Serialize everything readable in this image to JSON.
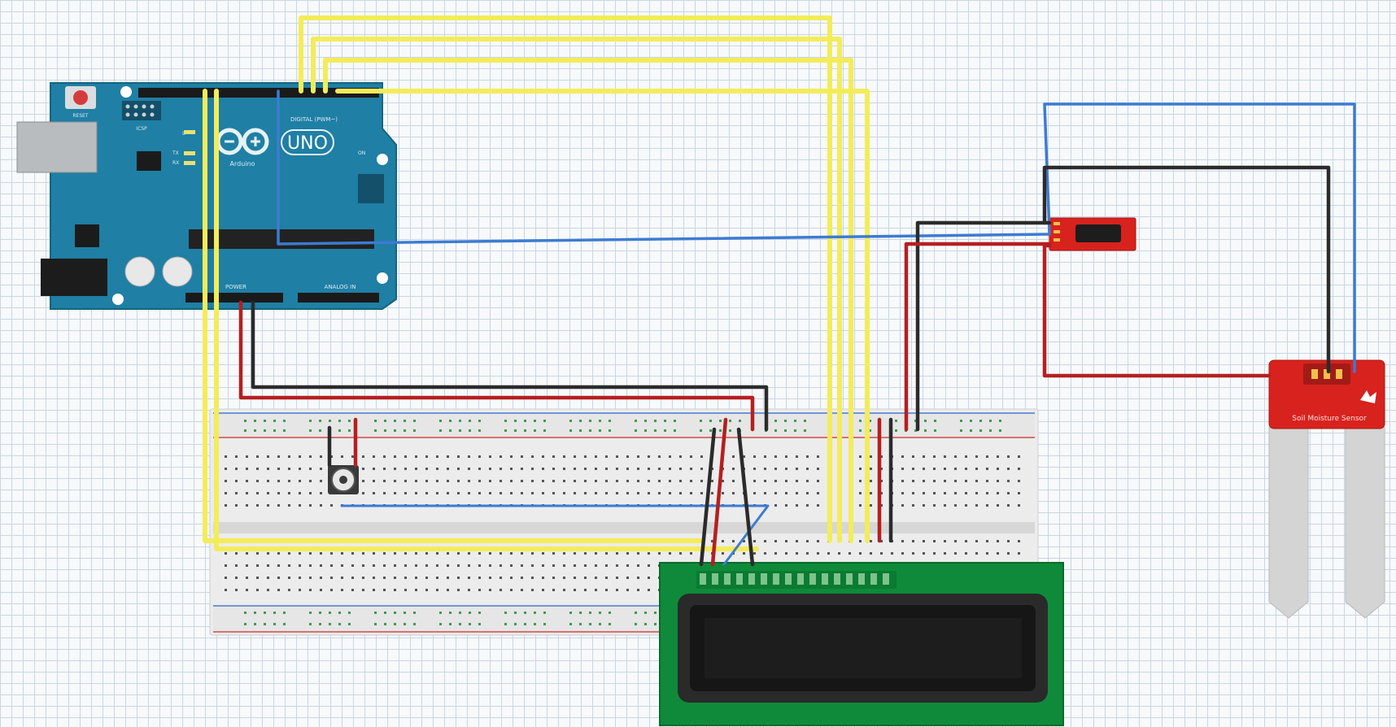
{
  "arduino": {
    "model_label": "UNO",
    "brand_label": "Arduino",
    "digital_header_label": "DIGITAL (PWM~)",
    "power_header_label": "POWER",
    "analog_header_label": "ANALOG IN",
    "reset_label": "RESET",
    "icsp_label": "ICSP",
    "tx_label": "TX",
    "rx_label": "RX",
    "led_label": "L",
    "on_label": "ON"
  },
  "soil_sensor": {
    "label": "Soil Moisture Sensor"
  },
  "colors": {
    "arduino_board": "#1f7fa4",
    "breadboard": "#ececec",
    "lcd_board": "#0f8a3a",
    "sensor_board": "#d8221d",
    "wire_yellow": "#f3ec5a",
    "wire_blue": "#3d7bd2",
    "wire_red": "#b51f1f",
    "wire_black": "#2b2b2b"
  }
}
